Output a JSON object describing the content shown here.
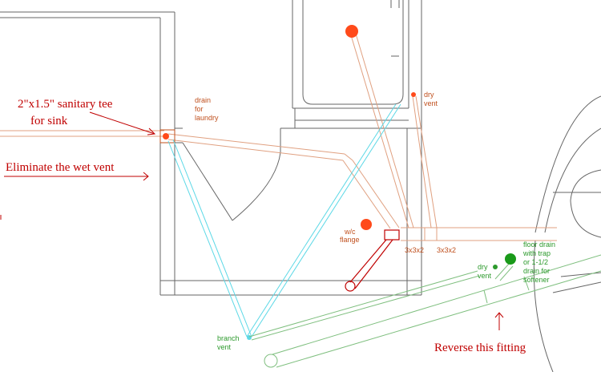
{
  "colors": {
    "orange": "#c0501e",
    "red": "#c00000",
    "green": "#2d9a2d",
    "cyan": "#5bd8e6",
    "wall": "#666666"
  },
  "annotations": {
    "sanitary_tee_line1": "2\"x1.5\" sanitary tee",
    "sanitary_tee_line2": "for sink",
    "eliminate_wet_vent": "Eliminate the wet vent",
    "reverse_fitting": "Reverse this fitting"
  },
  "labels": {
    "drain_laundry": [
      "drain",
      "for",
      "laundry"
    ],
    "dry_vent_top": [
      "dry",
      "vent"
    ],
    "wc_flange": [
      "w/c",
      "flange"
    ],
    "fitting_left": "3x3x2",
    "fitting_right": "3x3x2",
    "dry_vent_bottom": [
      "dry",
      "vent"
    ],
    "floor_drain": [
      "floor drain",
      "with trap",
      "or 1-1/2",
      "drain for",
      "softener"
    ],
    "branch_vent": [
      "branch",
      "vent"
    ]
  }
}
